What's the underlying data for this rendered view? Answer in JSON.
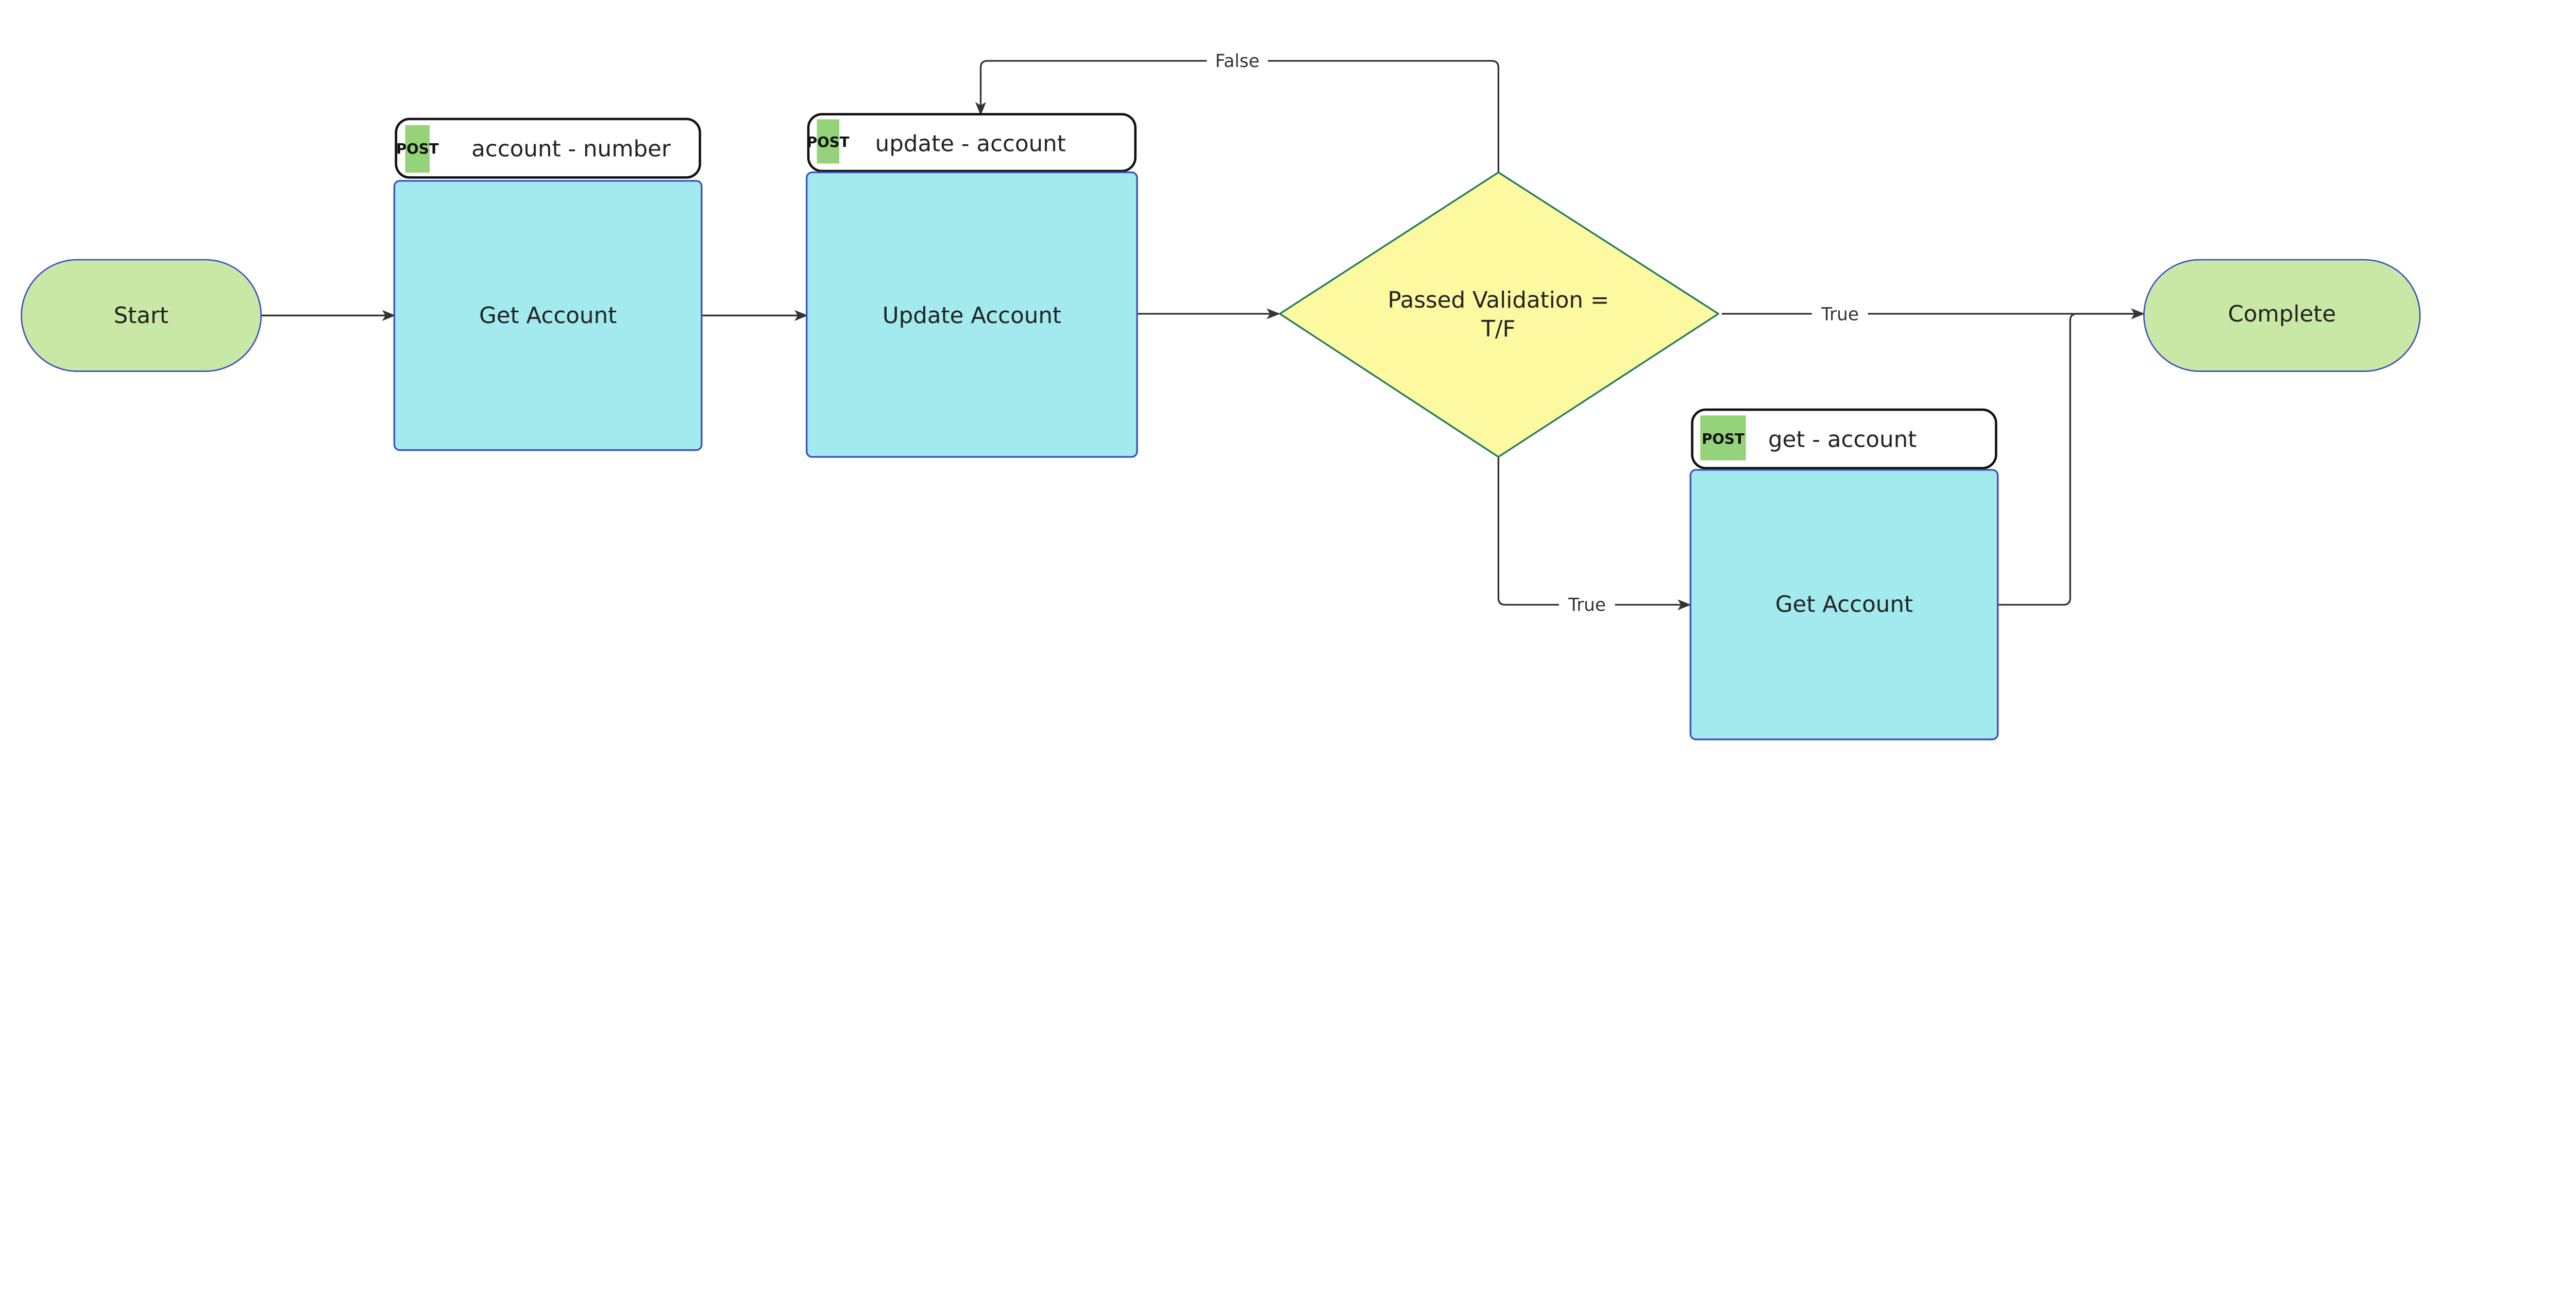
{
  "nodes": {
    "start": {
      "label": "Start"
    },
    "get_account_1": {
      "label": "Get Account",
      "method": "POST",
      "endpoint": "account - number"
    },
    "update_account": {
      "label": "Update Account",
      "method": "POST",
      "endpoint": "update -  account"
    },
    "decision": {
      "label_line1": "Passed Validation =",
      "label_line2": "T/F"
    },
    "get_account_2": {
      "label": "Get Account",
      "method": "POST",
      "endpoint": "get -  account"
    },
    "complete": {
      "label": "Complete"
    }
  },
  "edges": {
    "false_label": "False",
    "true_right_label": "True",
    "true_down_label": "True"
  },
  "colors": {
    "terminal_fill": "#c9e8a5",
    "process_fill": "#a2eaee",
    "process_border": "#3a4fc0",
    "decision_fill": "#fdf9a1",
    "decision_border": "#1f7a5a",
    "post_badge": "#94d37a"
  }
}
